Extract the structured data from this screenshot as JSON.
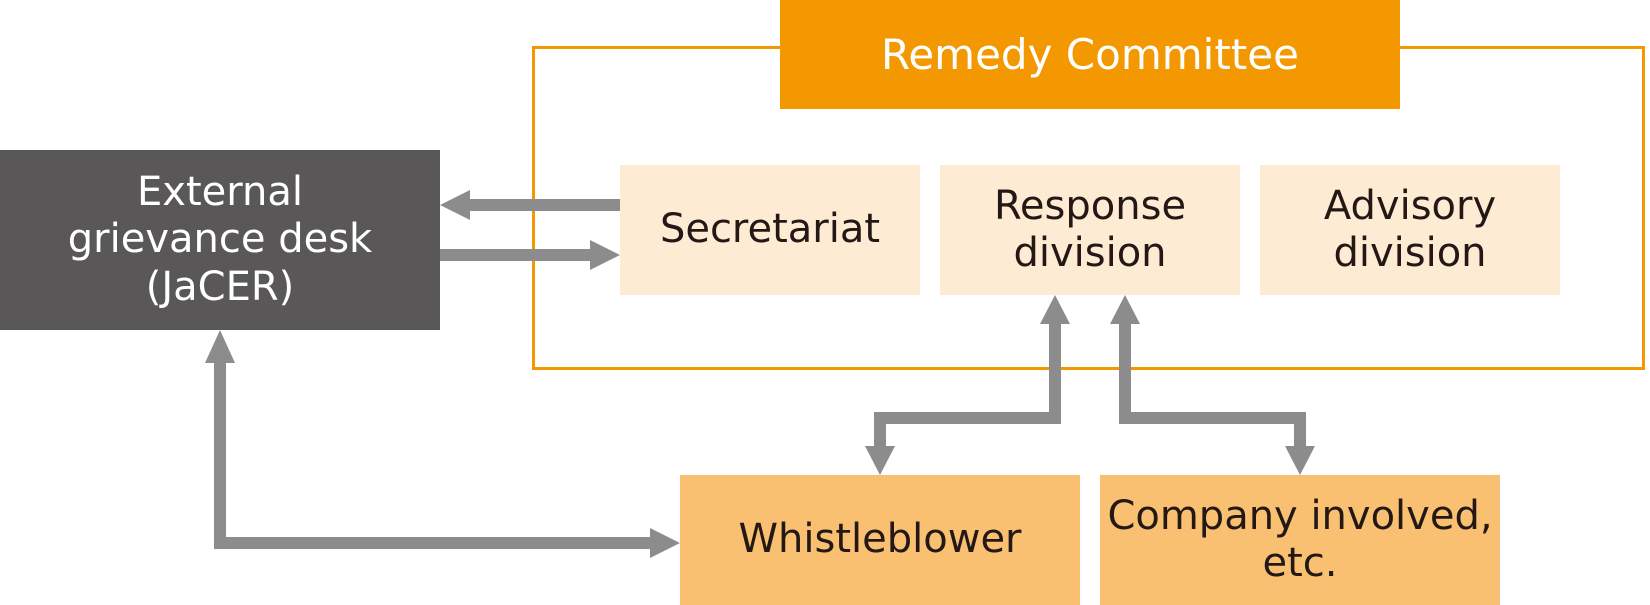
{
  "committee": {
    "title": "Remedy Committee",
    "divisions": [
      {
        "lines": [
          "Secretariat"
        ]
      },
      {
        "lines": [
          "Response",
          "division"
        ]
      },
      {
        "lines": [
          "Advisory",
          "division"
        ]
      }
    ]
  },
  "external_desk": {
    "lines": [
      "External",
      "grievance desk",
      "(JaCER)"
    ]
  },
  "parties": [
    {
      "lines": [
        "Whistleblower"
      ]
    },
    {
      "lines": [
        "Company involved,",
        "etc."
      ]
    }
  ],
  "colors": {
    "committee_orange": "#f39800",
    "division_fill": "#fdebd3",
    "party_fill": "#f8c070",
    "external_fill": "#595757",
    "arrow_gray": "#8c8c8c",
    "text_dark": "#231815"
  }
}
